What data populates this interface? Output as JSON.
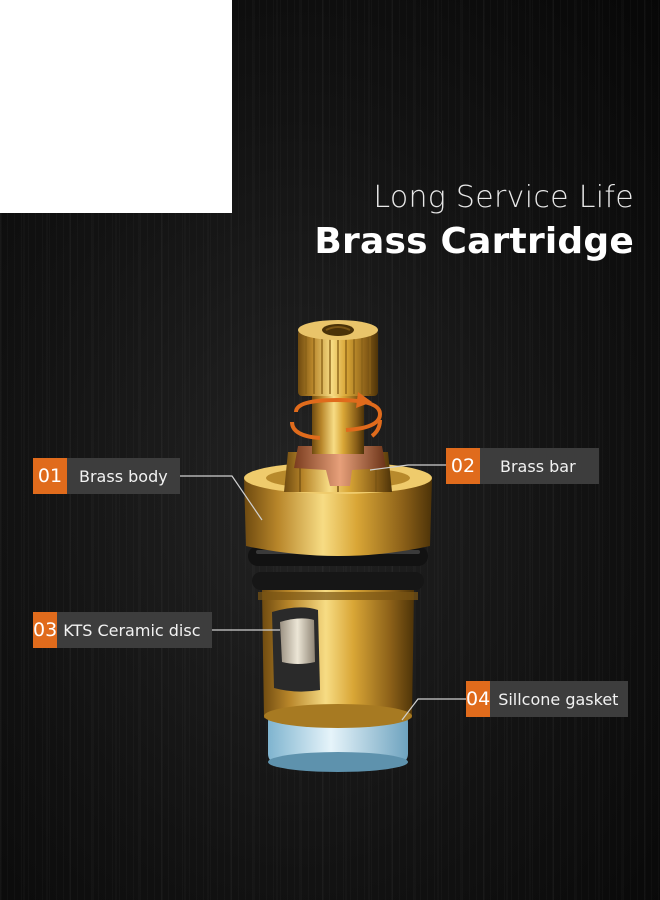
{
  "headline": {
    "subtitle": "Long Service Life",
    "title": "Brass Cartridge"
  },
  "parts": [
    {
      "number": "01",
      "name": "Brass body"
    },
    {
      "number": "02",
      "name": "Brass bar"
    },
    {
      "number": "03",
      "name": "KTS Ceramic disc"
    },
    {
      "number": "04",
      "name": "Sillcone gasket"
    }
  ],
  "colors": {
    "accent": "#e06b1c",
    "label_bg": "#3d3d3d",
    "brass": "#d9a636"
  }
}
